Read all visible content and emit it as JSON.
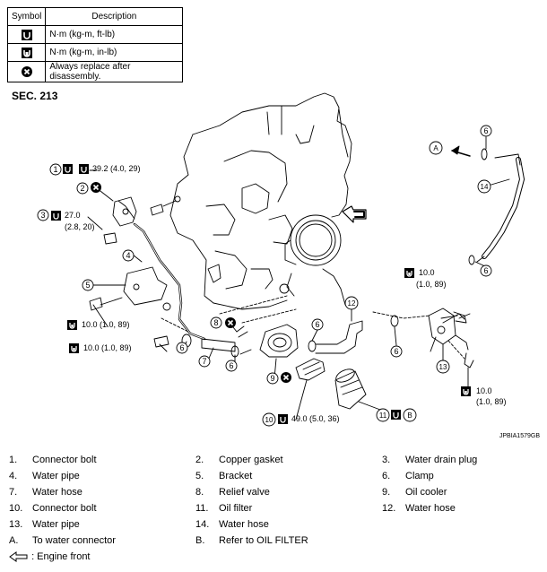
{
  "symbol_table": {
    "headers": {
      "symbol": "Symbol",
      "description": "Description"
    },
    "rows": [
      {
        "icon": "torque-ft-lb-icon",
        "description": "N·m (kg-m, ft-lb)"
      },
      {
        "icon": "torque-in-lb-icon",
        "description": "N·m (kg-m, in-lb)"
      },
      {
        "icon": "replace-after-disassembly-icon",
        "description": "Always replace after disassembly."
      }
    ]
  },
  "section": "SEC. 213",
  "diagram": {
    "torques": {
      "t1": "39.2 (4.0, 29)",
      "t3a": "27.0",
      "t3b": "(2.8, 20)",
      "t5": "10.0 (1.0, 89)",
      "t6": "10.0 (1.0, 89)",
      "t10": "49.0 (5.0, 36)",
      "tr1a": "10.0",
      "tr1b": "(1.0, 89)",
      "tr2a": "10.0",
      "tr2b": "(1.0, 89)"
    },
    "callouts": [
      "1",
      "2",
      "3",
      "4",
      "5",
      "6",
      "7",
      "8",
      "9",
      "10",
      "11",
      "12",
      "13",
      "14",
      "A",
      "B"
    ],
    "figure_code": "JPBIA1579GB"
  },
  "legend": [
    {
      "num": "1.",
      "label": "Connector bolt"
    },
    {
      "num": "2.",
      "label": "Copper gasket"
    },
    {
      "num": "3.",
      "label": "Water drain plug"
    },
    {
      "num": "4.",
      "label": "Water pipe"
    },
    {
      "num": "5.",
      "label": "Bracket"
    },
    {
      "num": "6.",
      "label": "Clamp"
    },
    {
      "num": "7.",
      "label": "Water hose"
    },
    {
      "num": "8.",
      "label": "Relief valve"
    },
    {
      "num": "9.",
      "label": "Oil cooler"
    },
    {
      "num": "10.",
      "label": "Connector bolt"
    },
    {
      "num": "11.",
      "label": "Oil filter"
    },
    {
      "num": "12.",
      "label": "Water hose"
    },
    {
      "num": "13.",
      "label": "Water pipe"
    },
    {
      "num": "14.",
      "label": "Water hose"
    },
    {
      "num": "A.",
      "label": "To water connector"
    },
    {
      "num": "B.",
      "label": "Refer to OIL FILTER"
    }
  ],
  "engine_front": ": Engine front"
}
